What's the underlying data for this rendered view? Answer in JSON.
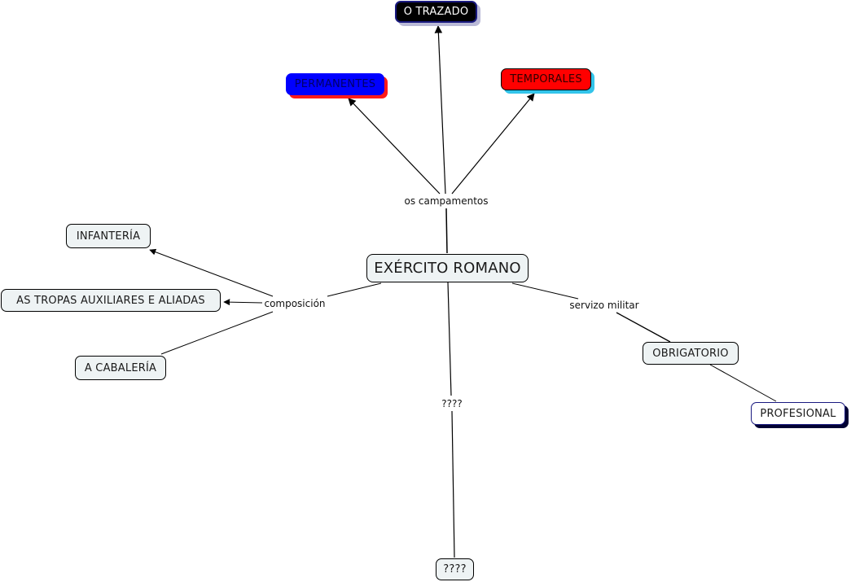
{
  "concept_map": {
    "main_concept": "EXÉRCITO ROMANO",
    "nodes": {
      "main": "EXÉRCITO ROMANO",
      "trazado": "O TRAZADO",
      "permanentes": "PERMANENTES",
      "temporales": "TEMPORALES",
      "infanteria": "INFANTERÍA",
      "tropas": "AS TROPAS AUXILIARES E ALIADAS",
      "cabaleria": "A CABALERÍA",
      "obrigatorio": "OBRIGATORIO",
      "profesional": "PROFESIONAL",
      "unknown": "????"
    },
    "linking_phrases": {
      "campamentos": "os campamentos",
      "composicion": "composición",
      "servizo": "servizo militar",
      "unknown": "????"
    },
    "relations": [
      {
        "from": "main",
        "via": "campamentos",
        "to": [
          "trazado",
          "permanentes",
          "temporales"
        ]
      },
      {
        "from": "main",
        "via": "composicion",
        "to": [
          "infanteria",
          "tropas",
          "cabaleria"
        ]
      },
      {
        "from": "main",
        "via": "servizo",
        "to": [
          "obrigatorio"
        ]
      },
      {
        "from": "obrigatorio",
        "via": null,
        "to": [
          "profesional"
        ]
      },
      {
        "from": "main",
        "via": "unknown",
        "to": [
          "unknown"
        ]
      }
    ],
    "colors": {
      "default_node_fill": "#eef3f4",
      "trazado_fill": "#000000",
      "trazado_text": "#ffffff",
      "permanentes_fill": "#0000ff",
      "permanentes_shadow": "#ff1a1a",
      "temporales_fill": "#ff0000",
      "temporales_shadow": "#33c4ea",
      "profesional_fill": "#ffffff",
      "profesional_shadow": "#000033"
    }
  }
}
